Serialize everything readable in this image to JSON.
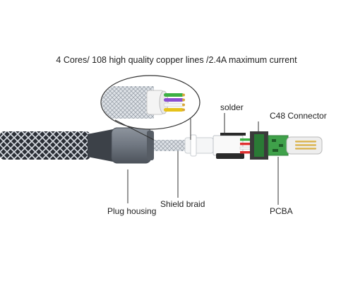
{
  "headline": "4 Cores/ 108 high quality copper lines /2.4A maximum current",
  "labels": {
    "solder": "solder",
    "connector": "C48 Connector",
    "plug_housing": "Plug housing",
    "shield_braid": "Shield braid",
    "pcba": "PCBA"
  },
  "colors": {
    "braid_dark": "#2b2f36",
    "braid_light": "#d9dde3",
    "housing": "#6f7680",
    "pcb_green": "#3fa14a",
    "connector_dark": "#3a3a3a",
    "lightning_gold": "#d8b24a",
    "wire_green": "#3cb043",
    "wire_red": "#e03030",
    "wire_white": "#f4f4f4",
    "wire_purple": "#8a4fd0",
    "wire_yellow": "#e6c21a"
  }
}
